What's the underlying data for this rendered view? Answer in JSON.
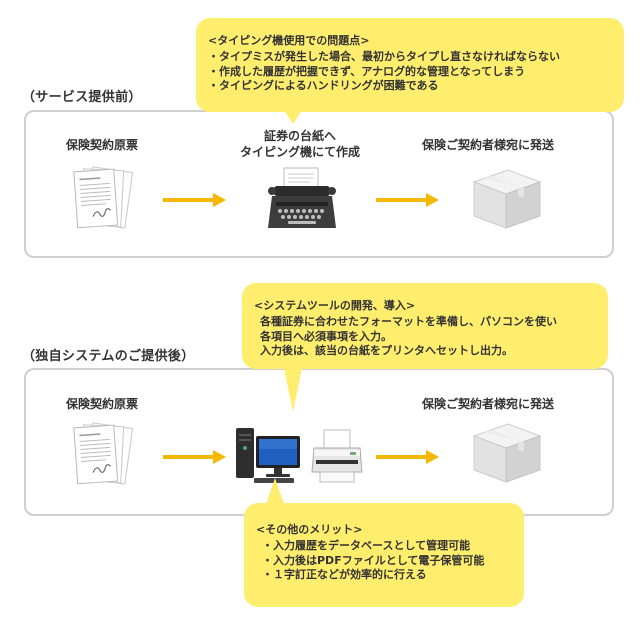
{
  "before": {
    "section_label": "（サービス提供前）",
    "col1_label": "保険契約原票",
    "col2_label_lines": [
      "証券の台紙へ",
      "タイピング機にて作成"
    ],
    "col3_label": "保険ご契約者様宛に発送",
    "callout": {
      "title": "<タイピング機使用での問題点>",
      "lines": [
        "・タイプミスが発生した場合、最初からタイプし直さなければならない",
        "・作成した履歴が把握できず、アナログ的な管理となってしまう",
        "・タイピングによるハンドリングが困難である"
      ]
    }
  },
  "after": {
    "section_label": "（独自システムのご提供後）",
    "col1_label": "保険契約原票",
    "col3_label": "保険ご契約者様宛に発送",
    "callout_top": {
      "title": "<システムツールの開発、導入>",
      "lines": [
        "各種証券に合わせたフォーマットを準備し、パソコンを使い",
        "各項目へ必須事項を入力。",
        "入力後は、該当の台紙をプリンタへセットし出力。"
      ]
    },
    "callout_bottom": {
      "title": "<その他のメリット>",
      "lines": [
        "・入力履歴をデータベースとして管理可能",
        "・入力後はPDFファイルとして電子保管可能",
        "・１字訂正などが効率的に行える"
      ]
    }
  },
  "colors": {
    "callout": "#ffed6e",
    "arrow": "#f5b800",
    "panel_border": "#cfcfcf"
  },
  "icons": [
    "document-stack-icon",
    "typewriter-icon",
    "box-icon",
    "computer-icon",
    "printer-icon",
    "arrow-right-icon"
  ]
}
